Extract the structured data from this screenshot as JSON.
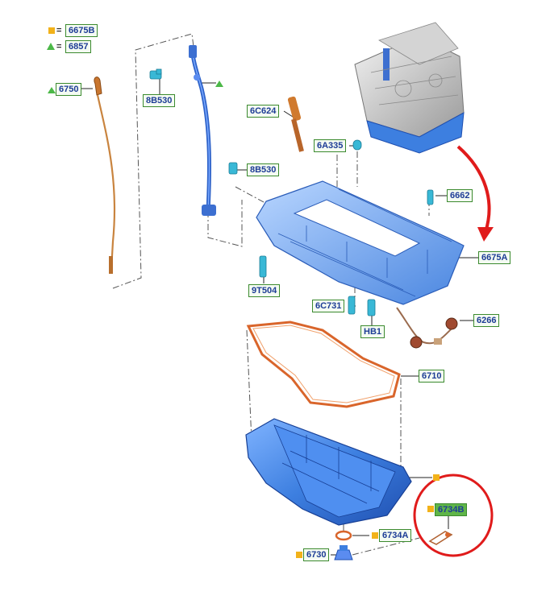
{
  "legend": {
    "square_ref": "6675B",
    "triangle_ref": "6857",
    "equals": "="
  },
  "parts": {
    "p6750": "6750",
    "p8B530_top": "8B530",
    "p6C624": "6C624",
    "p6A335": "6A335",
    "p8B530_mid": "8B530",
    "p6662": "6662",
    "p6675A": "6675A",
    "p9T504": "9T504",
    "p6C731": "6C731",
    "pHB1": "HB1",
    "p6266": "6266",
    "p6710": "6710",
    "p6734B": "6734B",
    "p6734A": "6734A",
    "p6730": "6730"
  },
  "colors": {
    "label_border": "#3b8a2e",
    "label_text": "#1d3c96",
    "marker_square": "#f2b21a",
    "marker_triangle": "#4cb848",
    "part_blue": "#3d7fe0",
    "gasket_orange": "#d9652b",
    "highlight_red": "#e01b1b"
  }
}
